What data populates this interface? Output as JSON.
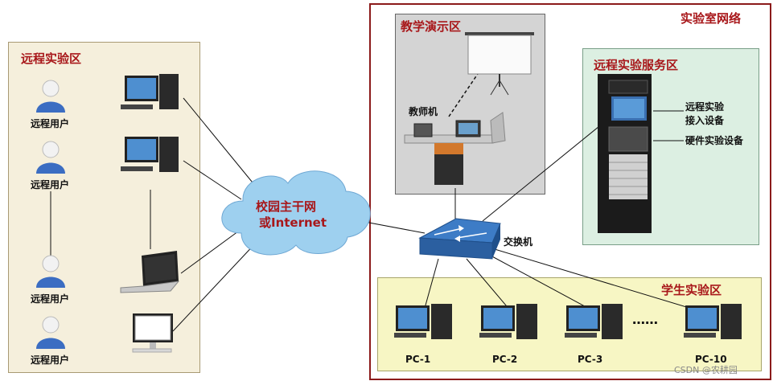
{
  "remote_zone": {
    "title": "远程实验区",
    "users": [
      "远程用户",
      "远程用户",
      "远程用户",
      "远程用户"
    ]
  },
  "lab_network": {
    "title": "实验室网络"
  },
  "teaching_zone": {
    "title": "教学演示区",
    "teacher_label": "教师机"
  },
  "server_zone": {
    "title": "远程实验服务区",
    "access_label_1": "远程实验",
    "access_label_2": "接入设备",
    "hardware_label": "硬件实验设备"
  },
  "cloud": {
    "line1": "校园主干网",
    "line2": "或Internet"
  },
  "switch": {
    "label": "交换机"
  },
  "student_zone": {
    "title": "学生实验区",
    "pcs": [
      "PC-1",
      "PC-2",
      "PC-3",
      "PC-10"
    ],
    "ellipsis": "……"
  },
  "watermark": "CSDN @农耕园",
  "colors": {
    "title_red": "#a8171a",
    "border_red": "#8b1a1a",
    "cloud_blue": "#8fc6e8",
    "switch_blue": "#2e6fb5"
  }
}
